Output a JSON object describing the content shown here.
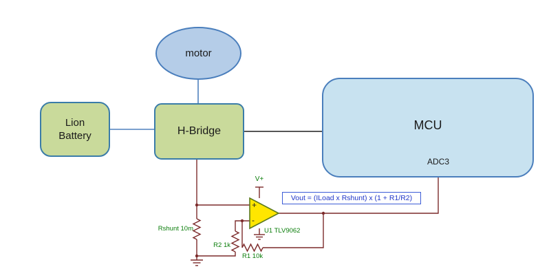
{
  "diagram": {
    "blocks": {
      "battery": {
        "label": "Lion Battery"
      },
      "hbridge": {
        "label": "H-Bridge"
      },
      "motor": {
        "label": "motor"
      },
      "mcu": {
        "label": "MCU",
        "pin": "ADC3"
      }
    },
    "opamp": {
      "designator": "U1 TLV9062",
      "plus_sign": "+",
      "minus_sign": "-",
      "vplus": "V+"
    },
    "resistors": {
      "rshunt": "Rshunt 10m",
      "r2": "R2 1k",
      "r1": "R1 10k"
    },
    "formula": "Vout = (ILoad x Rshunt) x (1 + R1/R2)",
    "colors": {
      "wire": "#7c2a2a",
      "label_green": "#0a7d0a",
      "formula_text": "#1f35c8",
      "formula_border": "#3b5bd6",
      "block_green_fill": "#c9da9b",
      "block_green_border": "#3a7ca8",
      "motor_fill": "#b5cde8",
      "motor_border": "#4a7ebc",
      "mcu_fill": "#c8e2f0",
      "mcu_border": "#4a7ebc",
      "opamp_fill": "#ffe600",
      "opamp_stroke": "#5c7a1e",
      "connector_blue": "#4f81bd",
      "connector_dark": "#1f1f1f",
      "text_dark": "#1a1a1a"
    }
  }
}
